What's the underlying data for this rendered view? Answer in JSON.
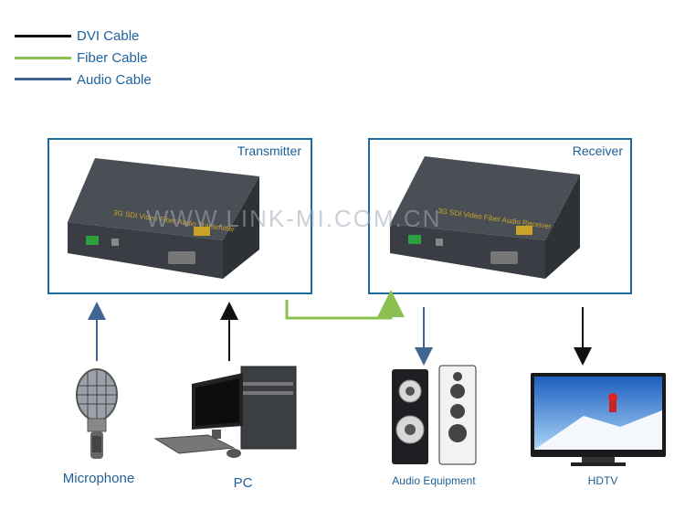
{
  "legend": {
    "items": [
      {
        "label": "DVI Cable",
        "color": "#111111"
      },
      {
        "label": "Fiber Cable",
        "color": "#8cc152"
      },
      {
        "label": "Audio Cable",
        "color": "#3f6590"
      }
    ]
  },
  "panels": {
    "transmitter_title": "Transmitter",
    "receiver_title": "Receiver"
  },
  "watermark": "WWW.LINK-MI.COM.CN",
  "devices": {
    "microphone": "Microphone",
    "pc": "PC",
    "audio": "Audio Equipment",
    "hdtv": "HDTV"
  },
  "colors": {
    "dvi": "#111111",
    "fiber": "#8cc152",
    "audio": "#3f6590",
    "border": "#1e6a9c"
  }
}
